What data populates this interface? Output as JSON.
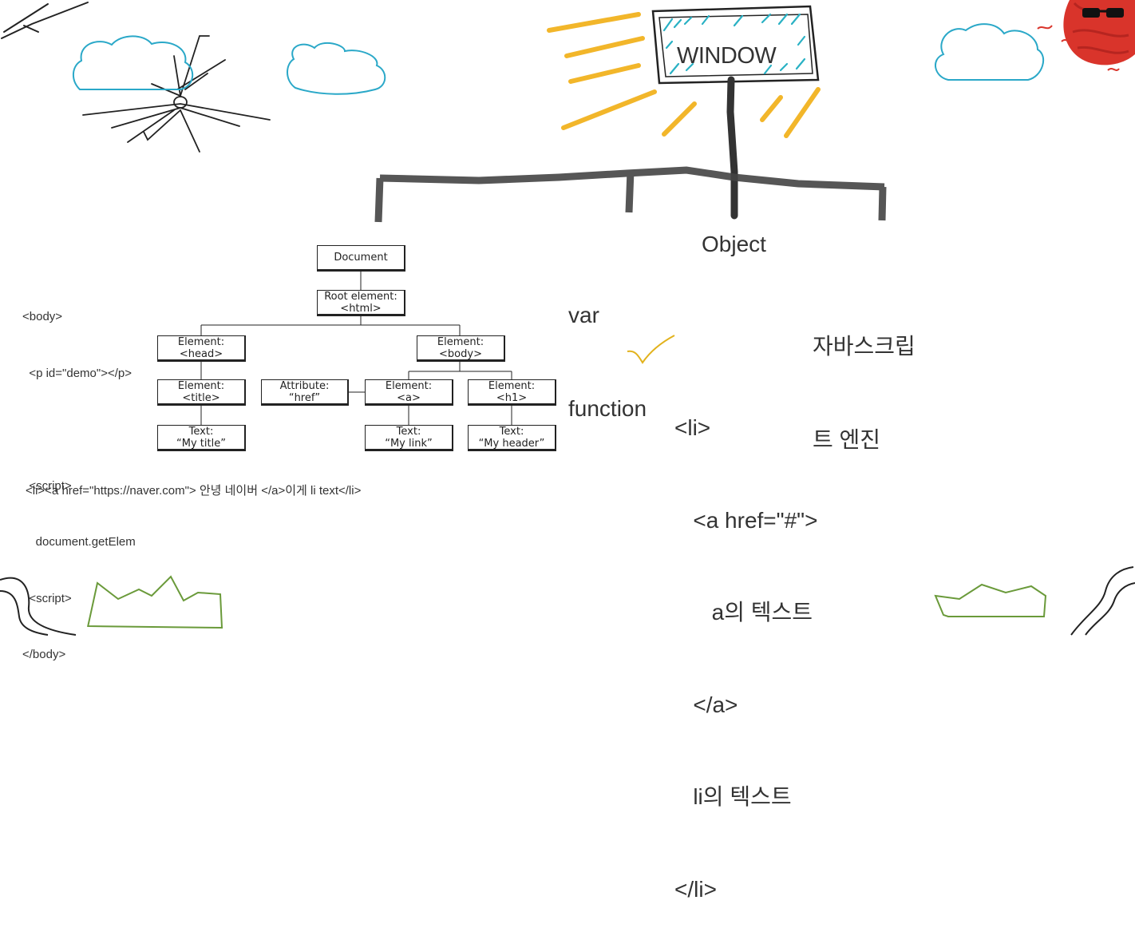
{
  "sign": {
    "label": "WINDOW"
  },
  "branches": {
    "var_function": [
      "var",
      "function"
    ],
    "object": "Object",
    "engine": [
      "자바스크립",
      "트 엔진"
    ]
  },
  "code_sample": {
    "lines": [
      "<body>",
      "  <p id=\"demo\"></p>",
      "",
      "  <script>",
      "    document.getElem",
      "  <script>",
      "</body>"
    ]
  },
  "li_example": "<li><a href=\"https://naver.com\"> 안녕 네이버 </a>이게 li text</li>",
  "li_structure": [
    "<li>",
    "   <a href=\"#\">",
    "      a의 텍스트",
    "   </a>",
    "   li의 텍스트",
    "</li>"
  ],
  "dom_tree": {
    "document": "Document",
    "root": [
      "Root element:",
      "<html>"
    ],
    "head": [
      "Element:",
      "<head>"
    ],
    "body": [
      "Element:",
      "<body>"
    ],
    "title": [
      "Element:",
      "<title>"
    ],
    "attribute": [
      "Attribute:",
      "“href”"
    ],
    "a": [
      "Element:",
      "<a>"
    ],
    "h1": [
      "Element:",
      "<h1>"
    ],
    "title_text": [
      "Text:",
      "“My title”"
    ],
    "a_text": [
      "Text:",
      "“My link”"
    ],
    "h1_text": [
      "Text:",
      "“My header”"
    ]
  },
  "colors": {
    "ink": "#333333",
    "cloud": "#2aa8c8",
    "sun": "#d9342b",
    "rays": "#f2b62a",
    "grass": "#6a9a3a",
    "check": "#e2b21c",
    "sign_hatch": "#29b1c4"
  },
  "icons": [
    "spider-icon",
    "cloud-icon",
    "sun-icon",
    "grass-icon",
    "checkmark-icon",
    "signpost-icon"
  ]
}
